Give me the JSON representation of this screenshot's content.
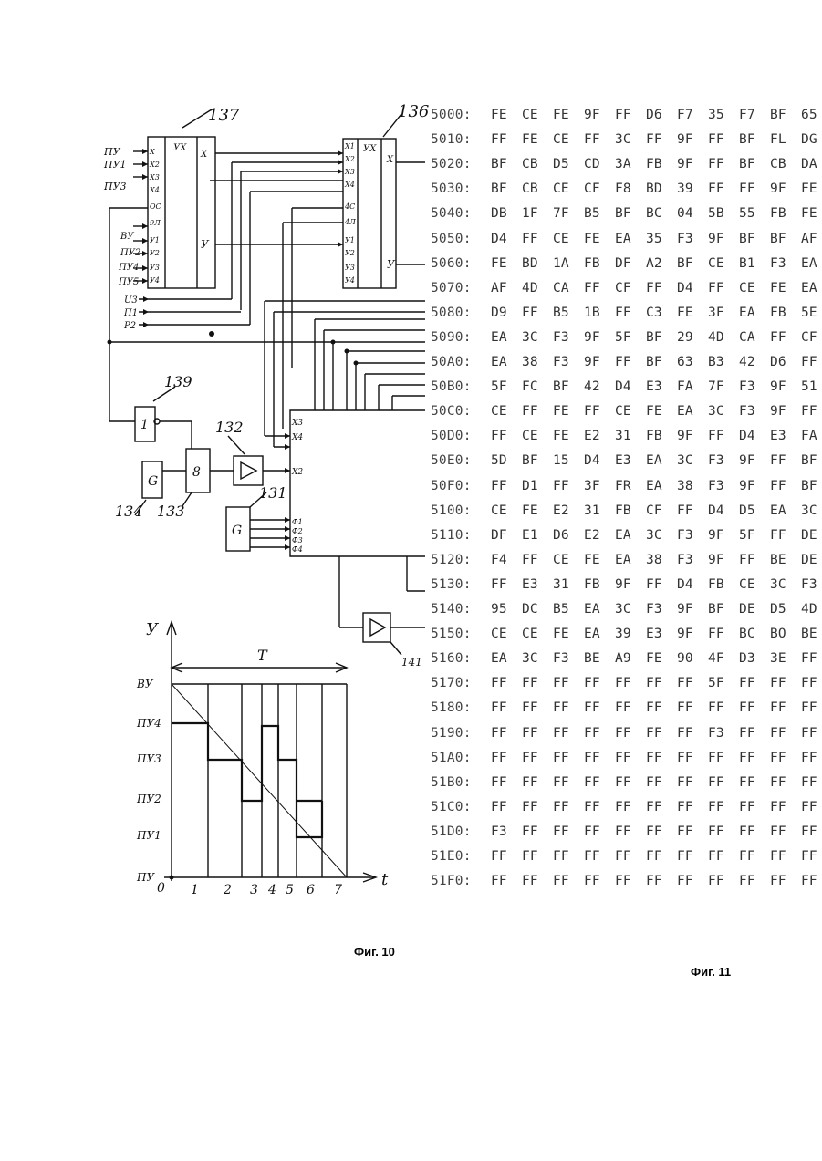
{
  "captions": {
    "fig10": "Фиг. 10",
    "fig11": "Фиг. 11"
  },
  "diagram": {
    "block137": {
      "ref": "137",
      "header": "УХ",
      "out_x": "X",
      "out_y": "У",
      "inputs": [
        "X",
        "X2",
        "X3",
        "X4",
        "ОС",
        "9Л",
        "У1",
        "У2",
        "У3",
        "У4"
      ]
    },
    "block136": {
      "ref": "136",
      "header": "УХ",
      "out_x": "X",
      "out_y": "У",
      "inputs": [
        "X1",
        "X2",
        "X3",
        "X4",
        "4С",
        "4Л",
        "У1",
        "У2",
        "У3",
        "У4"
      ]
    },
    "left_inputs": [
      "ПУ",
      "ПУ1",
      "ПУ3"
    ],
    "lower_inputs": [
      "ВУ",
      "ПУ2",
      "ПУ4",
      "ПУ5"
    ],
    "bus_inputs": [
      "U3",
      "П1",
      "Р2"
    ],
    "block139": {
      "ref": "139",
      "label": "1"
    },
    "block133": {
      "ref": "133",
      "label": "8"
    },
    "block134": {
      "ref": "134",
      "label": "G"
    },
    "block132": {
      "ref": "132"
    },
    "block131": {
      "ref": "131",
      "label": "G",
      "outputs": [
        "Ф1",
        "Ф2",
        "Ф3",
        "Ф4"
      ]
    },
    "block141": {
      "ref": "141"
    },
    "main_inputs": [
      "X3",
      "X4",
      "X2"
    ],
    "main_phase_inputs": [
      "Ф1",
      "Ф2",
      "Ф3",
      "Ф4"
    ]
  },
  "graph": {
    "y_label": "У",
    "x_label": "t",
    "period_label": "T",
    "origin": "0",
    "y_ticks": [
      "ВУ",
      "ПУ4",
      "ПУ3",
      "ПУ2",
      "ПУ1",
      "ПУ"
    ],
    "x_ticks": [
      "1",
      "2",
      "3",
      "4",
      "5",
      "6",
      "7"
    ]
  },
  "dump_rows": [
    {
      "addr": "5000:",
      "bytes": [
        "FE",
        "CE",
        "FE",
        "9F",
        "FF",
        "D6",
        "F7",
        "35",
        "F7",
        "BF",
        "65"
      ]
    },
    {
      "addr": "5010:",
      "bytes": [
        "FF",
        "FE",
        "CE",
        "FF",
        "3C",
        "FF",
        "9F",
        "FF",
        "BF",
        "FL",
        "DG"
      ]
    },
    {
      "addr": "5020:",
      "bytes": [
        "BF",
        "CB",
        "D5",
        "CD",
        "3A",
        "FB",
        "9F",
        "FF",
        "BF",
        "CB",
        "DA"
      ]
    },
    {
      "addr": "5030:",
      "bytes": [
        "BF",
        "CB",
        "CE",
        "CF",
        "F8",
        "BD",
        "39",
        "FF",
        "FF",
        "9F",
        "FE"
      ]
    },
    {
      "addr": "5040:",
      "bytes": [
        "DB",
        "1F",
        "7F",
        "B5",
        "BF",
        "BC",
        "04",
        "5B",
        "55",
        "FB",
        "FE"
      ]
    },
    {
      "addr": "5050:",
      "bytes": [
        "D4",
        "FF",
        "CE",
        "FE",
        "EA",
        "35",
        "F3",
        "9F",
        "BF",
        "BF",
        "AF"
      ]
    },
    {
      "addr": "5060:",
      "bytes": [
        "FE",
        "BD",
        "1A",
        "FB",
        "DF",
        "A2",
        "BF",
        "CE",
        "B1",
        "F3",
        "EA"
      ]
    },
    {
      "addr": "5070:",
      "bytes": [
        "AF",
        "4D",
        "CA",
        "FF",
        "CF",
        "FF",
        "D4",
        "FF",
        "CE",
        "FE",
        "EA"
      ]
    },
    {
      "addr": "5080:",
      "bytes": [
        "D9",
        "FF",
        "B5",
        "1B",
        "FF",
        "C3",
        "FE",
        "3F",
        "EA",
        "FB",
        "5E"
      ]
    },
    {
      "addr": "5090:",
      "bytes": [
        "EA",
        "3C",
        "F3",
        "9F",
        "5F",
        "BF",
        "29",
        "4D",
        "CA",
        "FF",
        "CF"
      ]
    },
    {
      "addr": "50A0:",
      "bytes": [
        "EA",
        "38",
        "F3",
        "9F",
        "FF",
        "BF",
        "63",
        "B3",
        "42",
        "D6",
        "FF"
      ]
    },
    {
      "addr": "50B0:",
      "bytes": [
        "5F",
        "FC",
        "BF",
        "42",
        "D4",
        "E3",
        "FA",
        "7F",
        "F3",
        "9F",
        "51"
      ]
    },
    {
      "addr": "50C0:",
      "bytes": [
        "CE",
        "FF",
        "FE",
        "FF",
        "CE",
        "FE",
        "EA",
        "3C",
        "F3",
        "9F",
        "FF"
      ]
    },
    {
      "addr": "50D0:",
      "bytes": [
        "FF",
        "CE",
        "FE",
        "E2",
        "31",
        "FB",
        "9F",
        "FF",
        "D4",
        "E3",
        "FA"
      ]
    },
    {
      "addr": "50E0:",
      "bytes": [
        "5D",
        "BF",
        "15",
        "D4",
        "E3",
        "EA",
        "3C",
        "F3",
        "9F",
        "FF",
        "BF"
      ]
    },
    {
      "addr": "50F0:",
      "bytes": [
        "FF",
        "D1",
        "FF",
        "3F",
        "FR",
        "EA",
        "38",
        "F3",
        "9F",
        "FF",
        "BF"
      ]
    },
    {
      "addr": "5100:",
      "bytes": [
        "CE",
        "FE",
        "E2",
        "31",
        "FB",
        "CF",
        "FF",
        "D4",
        "D5",
        "EA",
        "3C"
      ]
    },
    {
      "addr": "5110:",
      "bytes": [
        "DF",
        "E1",
        "D6",
        "E2",
        "EA",
        "3C",
        "F3",
        "9F",
        "5F",
        "FF",
        "DE"
      ]
    },
    {
      "addr": "5120:",
      "bytes": [
        "F4",
        "FF",
        "CE",
        "FE",
        "EA",
        "38",
        "F3",
        "9F",
        "FF",
        "BE",
        "DE"
      ]
    },
    {
      "addr": "5130:",
      "bytes": [
        "FF",
        "E3",
        "31",
        "FB",
        "9F",
        "FF",
        "D4",
        "FB",
        "CE",
        "3C",
        "F3"
      ]
    },
    {
      "addr": "5140:",
      "bytes": [
        "95",
        "DC",
        "B5",
        "EA",
        "3C",
        "F3",
        "9F",
        "BF",
        "DE",
        "D5",
        "4D"
      ]
    },
    {
      "addr": "5150:",
      "bytes": [
        "CE",
        "CE",
        "FE",
        "EA",
        "39",
        "E3",
        "9F",
        "FF",
        "BC",
        "BO",
        "BE"
      ]
    },
    {
      "addr": "5160:",
      "bytes": [
        "EA",
        "3C",
        "F3",
        "BE",
        "A9",
        "FE",
        "90",
        "4F",
        "D3",
        "3E",
        "FF"
      ]
    },
    {
      "addr": "5170:",
      "bytes": [
        "FF",
        "FF",
        "FF",
        "FF",
        "FF",
        "FF",
        "FF",
        "5F",
        "FF",
        "FF",
        "FF"
      ]
    },
    {
      "addr": "5180:",
      "bytes": [
        "FF",
        "FF",
        "FF",
        "FF",
        "FF",
        "FF",
        "FF",
        "FF",
        "FF",
        "FF",
        "FF"
      ]
    },
    {
      "addr": "5190:",
      "bytes": [
        "FF",
        "FF",
        "FF",
        "FF",
        "FF",
        "FF",
        "FF",
        "F3",
        "FF",
        "FF",
        "FF"
      ]
    },
    {
      "addr": "51A0:",
      "bytes": [
        "FF",
        "FF",
        "FF",
        "FF",
        "FF",
        "FF",
        "FF",
        "FF",
        "FF",
        "FF",
        "FF"
      ]
    },
    {
      "addr": "51B0:",
      "bytes": [
        "FF",
        "FF",
        "FF",
        "FF",
        "FF",
        "FF",
        "FF",
        "FF",
        "FF",
        "FF",
        "FF"
      ]
    },
    {
      "addr": "51C0:",
      "bytes": [
        "FF",
        "FF",
        "FF",
        "FF",
        "FF",
        "FF",
        "FF",
        "FF",
        "FF",
        "FF",
        "FF"
      ]
    },
    {
      "addr": "51D0:",
      "bytes": [
        "F3",
        "FF",
        "FF",
        "FF",
        "FF",
        "FF",
        "FF",
        "FF",
        "FF",
        "FF",
        "FF"
      ]
    },
    {
      "addr": "51E0:",
      "bytes": [
        "FF",
        "FF",
        "FF",
        "FF",
        "FF",
        "FF",
        "FF",
        "FF",
        "FF",
        "FF",
        "FF"
      ]
    },
    {
      "addr": "51F0:",
      "bytes": [
        "FF",
        "FF",
        "FF",
        "FF",
        "FF",
        "FF",
        "FF",
        "FF",
        "FF",
        "FF",
        "FF"
      ]
    }
  ]
}
